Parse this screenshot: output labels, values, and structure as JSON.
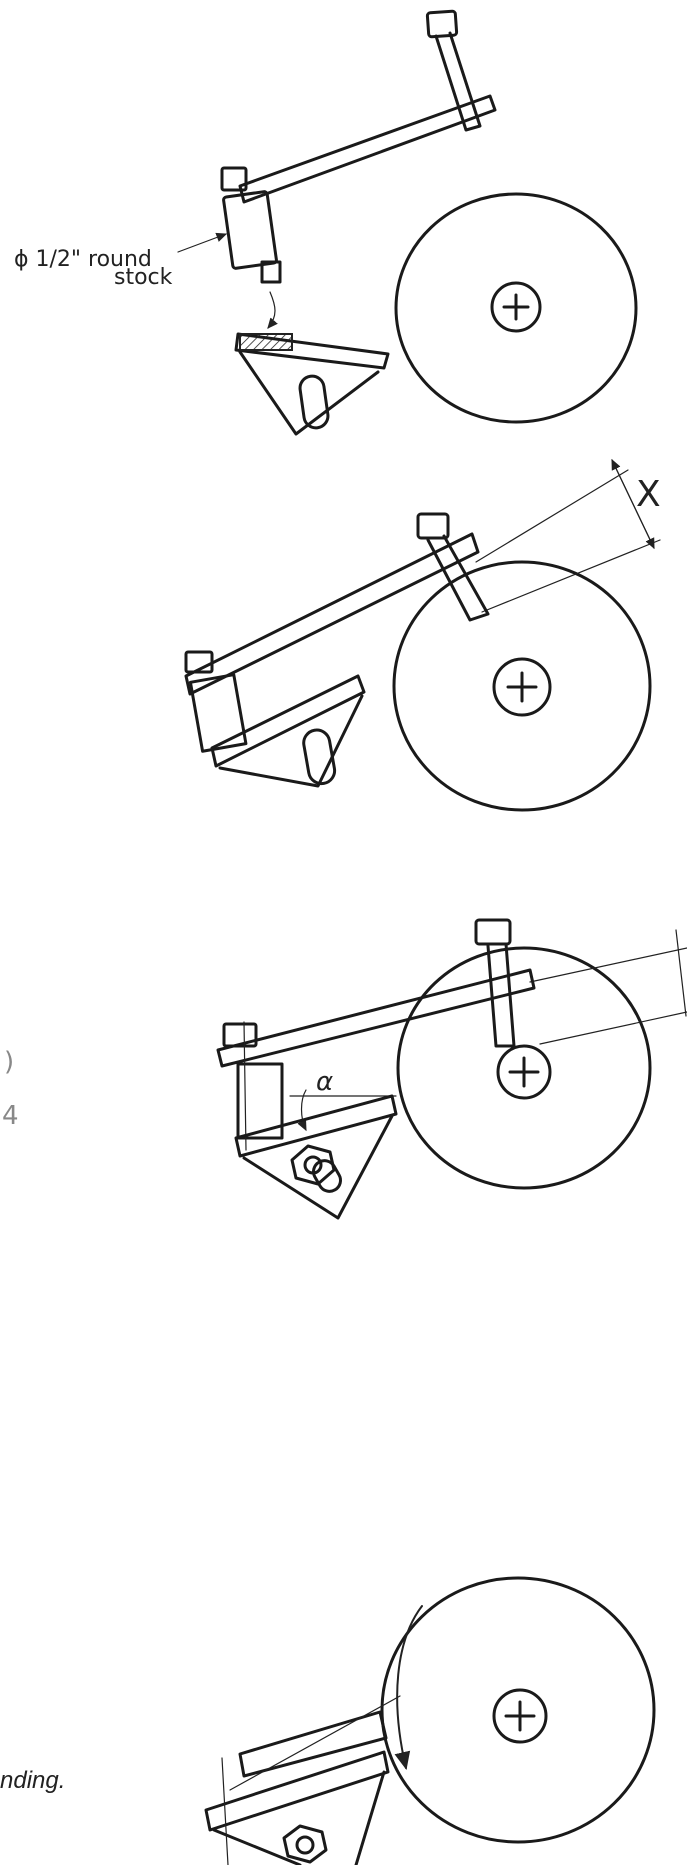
{
  "annotations": {
    "stock_diameter": "ϕ 1/2\" round",
    "stock_word": "stock",
    "dimension_x": "X",
    "angle_alpha": "α"
  },
  "margin_fragments": {
    "top": ")",
    "bottom": "4"
  },
  "caption_fragment": "nding.",
  "icons": [
    "hex-nut-icon",
    "center-cross-icon",
    "rotation-arrow-icon"
  ]
}
